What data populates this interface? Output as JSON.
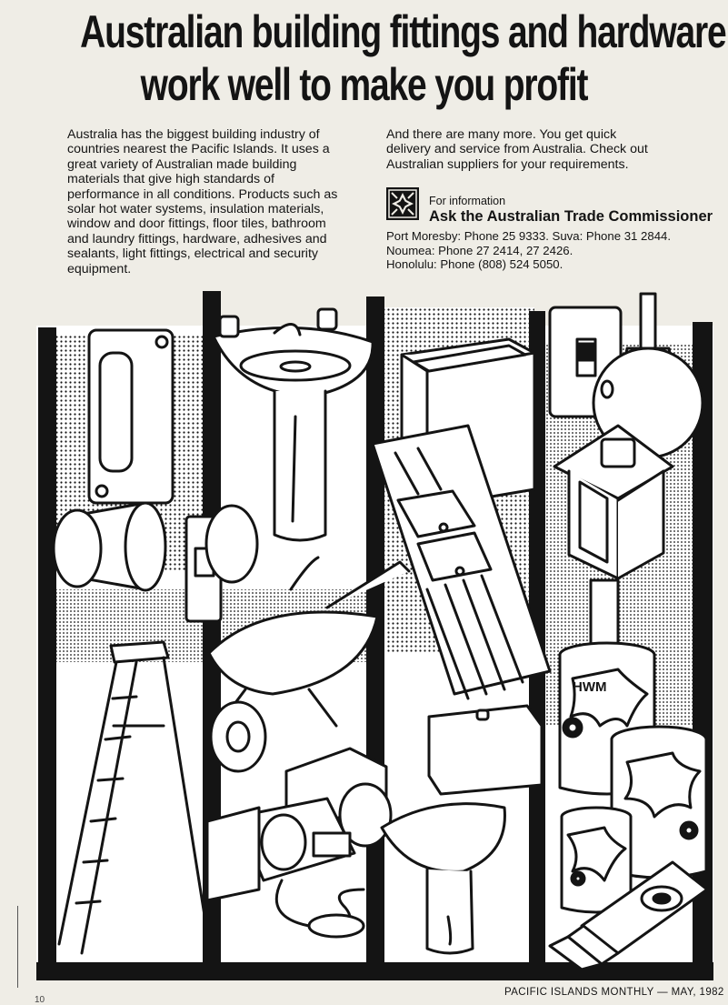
{
  "headline": {
    "line1": "Australian building fittings and hardware",
    "line2": "work well to make you profit"
  },
  "body_left": [
    "Australia has the biggest building industry of",
    "countries nearest the Pacific Islands. It uses a",
    "great variety of Australian made building",
    "materials that give high standards of",
    "performance in all conditions. Products such as",
    "solar hot water systems, insulation materials,",
    "window and door fittings, floor tiles, bathroom",
    "and laundry fittings, hardware, adhesives and",
    "sealants, light fittings, electrical and security",
    "equipment."
  ],
  "body_right": [
    "And there are many more. You get quick",
    "delivery and service from Australia. Check out",
    "Australian suppliers for your requirements."
  ],
  "info": {
    "icon": "trade-commission-logo-icon",
    "small": "For information",
    "big": "Ask the Australian Trade Commissioner"
  },
  "phones": [
    "Port Moresby: Phone 25 9333. Suva: Phone 31 2844.",
    "Noumea: Phone 27 2414, 27 2426.",
    "Honolulu: Phone (808) 524 5050."
  ],
  "illustration": {
    "paint_can_label": "HWM"
  },
  "footer": {
    "publication": "PACIFIC ISLANDS MONTHLY — MAY, 1982",
    "page_number": "10"
  },
  "colors": {
    "paper": "#efede6",
    "ink": "#141414"
  }
}
